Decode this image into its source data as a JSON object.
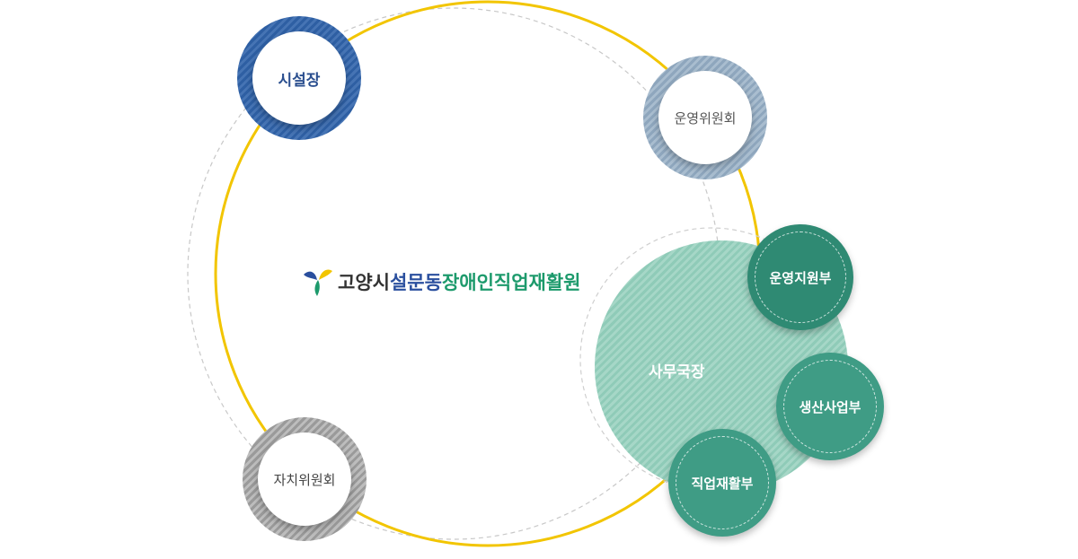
{
  "logo": {
    "part1": "고양시",
    "part2": "설문동",
    "part3": "장애인직업재활원",
    "colors": {
      "part1": "#333333",
      "part2": "#2a4f9e",
      "part3": "#1d9a6c"
    }
  },
  "nodes": {
    "mayor": "시설장",
    "operating_committee": "운영위원회",
    "self_committee": "자치위원회",
    "director": "사무국장",
    "departments": [
      "운영지원부",
      "생산사업부",
      "직업재활부"
    ]
  },
  "colors": {
    "connector": "#f2c500",
    "mayor_ring": "#2e5fa3",
    "committee_ring": "#8ea6bd",
    "self_committee_ring": "#9a9a9a",
    "director_fill": "#a6d7c7",
    "department_fill": "#3f9c85"
  }
}
